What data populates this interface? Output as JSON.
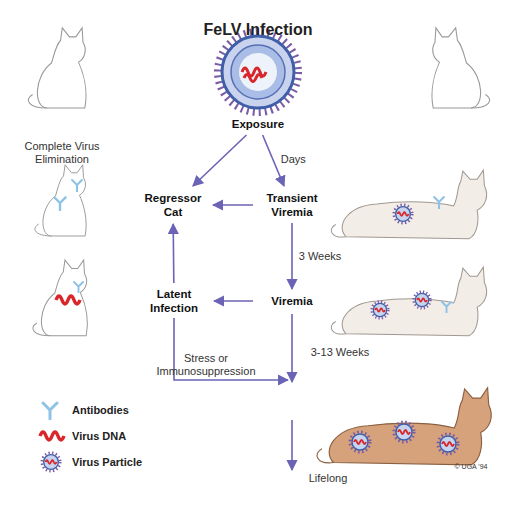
{
  "diagram": {
    "title": "FeLV Infection",
    "nodes": [
      {
        "text": [
          "Exposure"
        ]
      },
      {
        "text": [
          "Regressor Cat"
        ]
      },
      {
        "text": [
          "Transient Viremia"
        ]
      },
      {
        "text": [
          "Latent Infection"
        ]
      },
      {
        "text": [
          "Viremia"
        ]
      }
    ],
    "edges": [
      {
        "from": 0,
        "to": 1,
        "arrow": "to"
      },
      {
        "from": 0,
        "to": 2,
        "label": "Days",
        "arrow": "to"
      },
      {
        "from": 2,
        "to": 1,
        "arrow": "to"
      },
      {
        "from": 2,
        "to": 4,
        "label": "3 Weeks",
        "arrow": "to"
      },
      {
        "from": 4,
        "to": 3,
        "arrow": "to"
      },
      {
        "from": 3,
        "to": 1,
        "arrow": "to"
      }
    ],
    "labels": [
      "Complete Virus Elimination",
      "Stress or Immunosuppression",
      "3-13 Weeks",
      "Lifelong",
      "© UGA '94"
    ],
    "legend": [
      {
        "text": "Antibodies"
      },
      {
        "text": "Virus DNA"
      },
      {
        "text": "Virus Particle"
      }
    ]
  }
}
